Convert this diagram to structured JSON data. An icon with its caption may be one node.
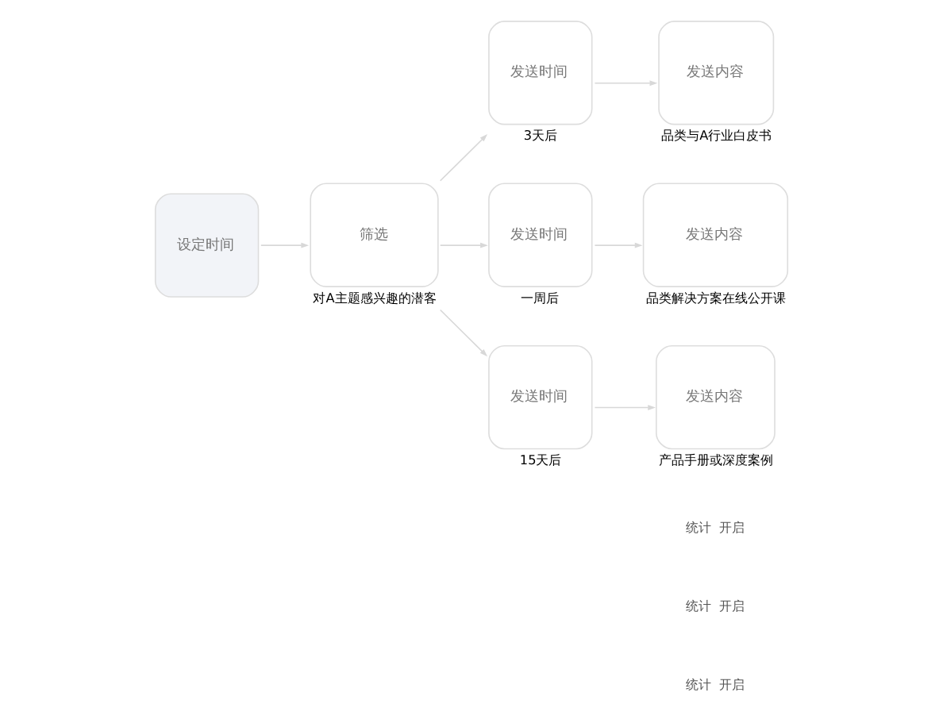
{
  "diagram": {
    "nodes": [
      {
        "text": [
          "设定时间"
        ]
      },
      {
        "text": [
          "筛选"
        ],
        "beside": [
          "对A主题感兴趣的潜客"
        ]
      },
      {
        "text": [
          "发送时间"
        ],
        "beside": [
          "3天后"
        ]
      },
      {
        "text": [
          "发送内容"
        ],
        "beside": [
          "品类与A行业白皮书"
        ]
      },
      {
        "text": [
          "发送时间"
        ],
        "beside": [
          "一周后"
        ]
      },
      {
        "text": [
          "发送内容"
        ],
        "beside": [
          "品类解决方案在线公开课"
        ]
      },
      {
        "text": [
          "发送时间"
        ],
        "beside": [
          "15天后"
        ]
      },
      {
        "text": [
          "发送内容"
        ],
        "beside": [
          "产品手册或深度案例"
        ]
      }
    ],
    "edges": [
      {
        "from": 0,
        "to": 1,
        "arrow": "to"
      },
      {
        "from": 1,
        "to": 2,
        "arrow": "to"
      },
      {
        "from": 1,
        "to": 4,
        "arrow": "to"
      },
      {
        "from": 1,
        "to": 6,
        "arrow": "to"
      },
      {
        "from": 2,
        "to": 3,
        "arrow": "to"
      },
      {
        "from": 4,
        "to": 5,
        "arrow": "to"
      },
      {
        "from": 6,
        "to": 7,
        "arrow": "to"
      }
    ],
    "labels": [
      "统计",
      "开启",
      "统计",
      "开启",
      "统计",
      "开启"
    ]
  }
}
